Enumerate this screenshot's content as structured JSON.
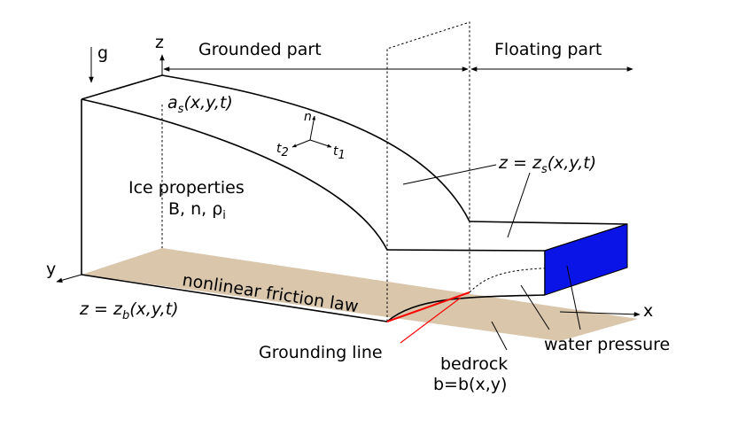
{
  "labels": {
    "gravity": "g",
    "z_axis": "z",
    "y_axis": "y",
    "x_axis": "x",
    "grounded_part": "Grounded part",
    "floating_part": "Floating part",
    "ice_properties": "Ice properties",
    "ice_params": "B, n, ρ",
    "ice_params_sub": "i",
    "friction_law": "nonlinear friction law",
    "grounding_line": "Grounding line",
    "water_pressure": "water pressure",
    "bedrock": "bedrock",
    "bedrock_eq": "b=b(x,y)",
    "normal_n": "n",
    "t1_base": "t",
    "t1_sub": "1",
    "t2_base": "t",
    "t2_sub": "2",
    "accum_base": "a",
    "accum_sub": "s",
    "accum_args": "(x,y,t)",
    "surface_lhs": "z = z",
    "surface_sub": "s",
    "surface_args": "(x,y,t)",
    "base_lhs": "z = z",
    "base_sub": "b",
    "base_args": "(x,y,t)"
  },
  "colors": {
    "bedrock_fill": "#d9c6ab",
    "water_fill": "#0a14e6",
    "grounding_line": "#ff0000",
    "lines": "#000000"
  }
}
